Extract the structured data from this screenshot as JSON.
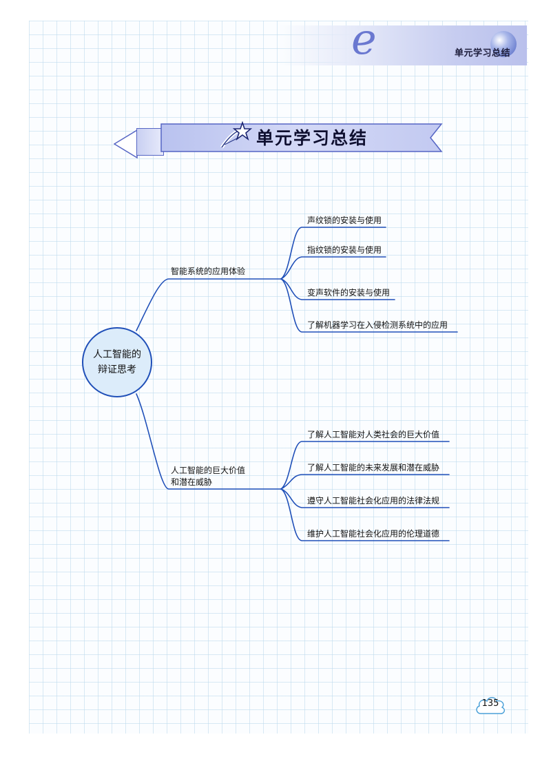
{
  "header": {
    "title": "单元学习总结",
    "logo_letter": "e"
  },
  "banner": {
    "title": "单元学习总结"
  },
  "mindmap": {
    "center": {
      "line1": "人工智能的",
      "line2": "辩证思考"
    },
    "branches": [
      {
        "label_line1": "智能系统的应用体验",
        "label_line2": "",
        "leaves": [
          "声纹锁的安装与使用",
          "指纹锁的安装与使用",
          "变声软件的安装与使用",
          "了解机器学习在入侵检测系统中的应用"
        ]
      },
      {
        "label_line1": "人工智能的巨大价值",
        "label_line2": "和潜在威胁",
        "leaves": [
          "了解人工智能对人类社会的巨大价值",
          "了解人工智能的未来发展和潜在威胁",
          "遵守人工智能社会化应用的法律法规",
          "维护人工智能社会化应用的伦理道德"
        ]
      }
    ]
  },
  "footer": {
    "page_number": "135"
  },
  "colors": {
    "line": "#1f4fb8",
    "banner": "#c9d0f2",
    "center_fill": "#dcecfa",
    "grid": "#bad8ec"
  }
}
